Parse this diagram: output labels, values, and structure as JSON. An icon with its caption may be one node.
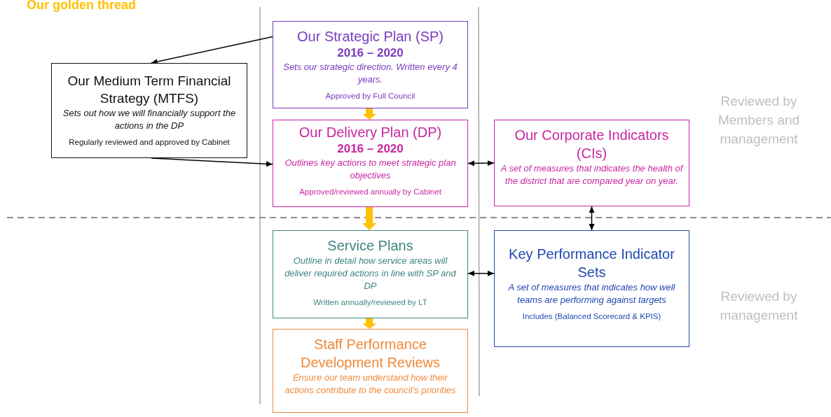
{
  "diagram": {
    "title": "Our golden thread",
    "nodes": [
      {
        "text": [
          "Our Strategic Plan (SP)",
          "2016 – 2020",
          "Sets our strategic direction. Written every 4 years.",
          "Approved by Full Council"
        ]
      },
      {
        "text": [
          "Our Medium Term Financial Strategy (MTFS)",
          "Sets out how we will financially support the actions in the DP",
          "Regularly reviewed and approved by Cabinet"
        ]
      },
      {
        "text": [
          "Our Delivery Plan (DP)",
          "2016 – 2020",
          "Outlines key actions to meet strategic plan objectives",
          "Approved/reviewed annually by Cabinet"
        ]
      },
      {
        "text": [
          "Our Corporate Indicators (CIs)",
          "A set of measures that indicates the health of the district that are compared year on year."
        ]
      },
      {
        "text": [
          "Service Plans",
          "Outline in detail how service areas will deliver required actions in line with SP and DP",
          "Written annually/reviewed by LT"
        ]
      },
      {
        "text": [
          "Key Performance Indicator Sets",
          "A set of measures that indicates how well teams are performing against targets",
          "Includes (Balanced Scorecard & KPIS)"
        ]
      },
      {
        "text": [
          "Staff Performance Development Reviews",
          "Ensure our team understand how their actions contribute to the council’s priorities"
        ]
      }
    ],
    "edges": [
      {
        "from": 0,
        "to": 1,
        "arrow": "to"
      },
      {
        "from": 1,
        "to": 2,
        "arrow": "to"
      },
      {
        "from": 0,
        "to": 2,
        "arrow": "to",
        "style": "thick",
        "color": "#ffc000"
      },
      {
        "from": 2,
        "to": 3,
        "arrow": "both"
      },
      {
        "from": 2,
        "to": 4,
        "arrow": "to",
        "style": "thick",
        "color": "#ffc000"
      },
      {
        "from": 3,
        "to": 5,
        "arrow": "both"
      },
      {
        "from": 4,
        "to": 5,
        "arrow": "both"
      },
      {
        "from": 4,
        "to": 6,
        "arrow": "to",
        "style": "thick",
        "color": "#ffc000"
      }
    ],
    "labels": [
      "Reviewed by Members and management",
      "Reviewed by management"
    ]
  }
}
